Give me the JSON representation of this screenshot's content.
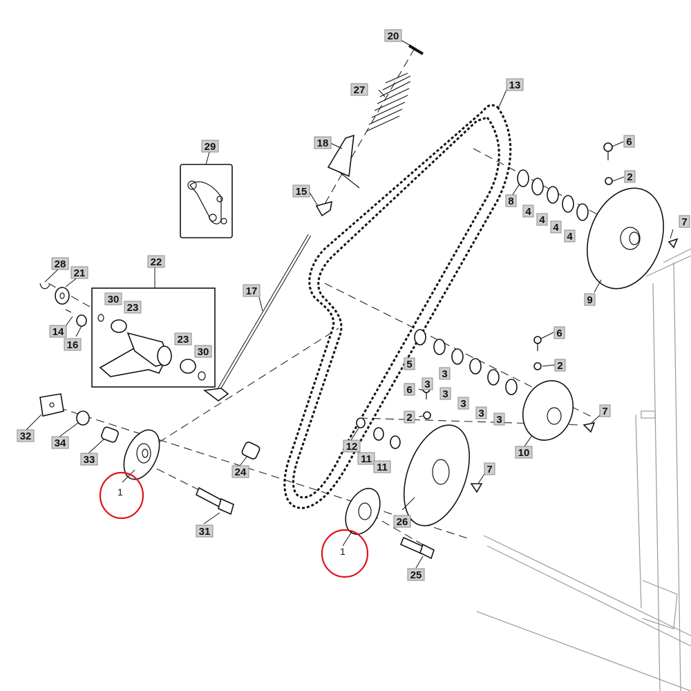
{
  "diagram": {
    "callouts": [
      {
        "id": "20",
        "text": "20"
      },
      {
        "id": "27",
        "text": "27"
      },
      {
        "id": "13",
        "text": "13"
      },
      {
        "id": "18",
        "text": "18"
      },
      {
        "id": "29",
        "text": "29"
      },
      {
        "id": "15",
        "text": "15"
      },
      {
        "id": "6a",
        "text": "6"
      },
      {
        "id": "2a",
        "text": "2"
      },
      {
        "id": "8",
        "text": "8"
      },
      {
        "id": "4a",
        "text": "4"
      },
      {
        "id": "4b",
        "text": "4"
      },
      {
        "id": "4c",
        "text": "4"
      },
      {
        "id": "4d",
        "text": "4"
      },
      {
        "id": "7a",
        "text": "7"
      },
      {
        "id": "9",
        "text": "9"
      },
      {
        "id": "28",
        "text": "28"
      },
      {
        "id": "21",
        "text": "21"
      },
      {
        "id": "22",
        "text": "22"
      },
      {
        "id": "17",
        "text": "17"
      },
      {
        "id": "30a",
        "text": "30"
      },
      {
        "id": "23a",
        "text": "23"
      },
      {
        "id": "14",
        "text": "14"
      },
      {
        "id": "16",
        "text": "16"
      },
      {
        "id": "23b",
        "text": "23"
      },
      {
        "id": "30b",
        "text": "30"
      },
      {
        "id": "6b",
        "text": "6"
      },
      {
        "id": "2b",
        "text": "2"
      },
      {
        "id": "5",
        "text": "5"
      },
      {
        "id": "3a",
        "text": "3"
      },
      {
        "id": "3b",
        "text": "3"
      },
      {
        "id": "3c",
        "text": "3"
      },
      {
        "id": "3d",
        "text": "3"
      },
      {
        "id": "3e",
        "text": "3"
      },
      {
        "id": "3f",
        "text": "3"
      },
      {
        "id": "6c",
        "text": "6"
      },
      {
        "id": "2c",
        "text": "2"
      },
      {
        "id": "7b",
        "text": "7"
      },
      {
        "id": "10",
        "text": "10"
      },
      {
        "id": "32",
        "text": "32"
      },
      {
        "id": "34",
        "text": "34"
      },
      {
        "id": "33",
        "text": "33"
      },
      {
        "id": "24",
        "text": "24"
      },
      {
        "id": "12",
        "text": "12"
      },
      {
        "id": "11a",
        "text": "11"
      },
      {
        "id": "11b",
        "text": "11"
      },
      {
        "id": "7c",
        "text": "7"
      },
      {
        "id": "26",
        "text": "26"
      },
      {
        "id": "31",
        "text": "31"
      },
      {
        "id": "25",
        "text": "25"
      }
    ],
    "highlighted": [
      {
        "id": "1a",
        "text": "1"
      },
      {
        "id": "1b",
        "text": "1"
      }
    ],
    "colors": {
      "highlight": "#e0101a",
      "label_fill": "#cfcfcf",
      "line": "#111111"
    }
  }
}
